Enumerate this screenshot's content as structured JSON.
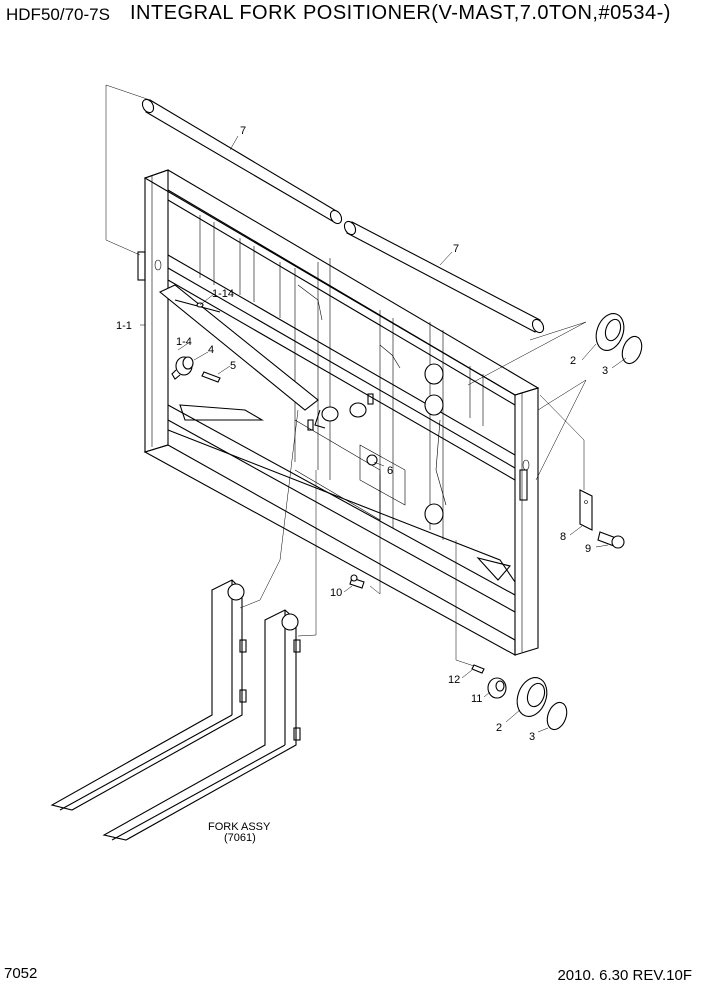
{
  "header": {
    "model": "HDF50/70-7S",
    "title": "INTEGRAL FORK POSITIONER(V-MAST,7.0TON,#0534-)"
  },
  "parts": [
    {
      "label": "7",
      "name": "upper shaft"
    },
    {
      "label": "7",
      "name": "lower shaft"
    },
    {
      "label": "1-1"
    },
    {
      "label": "1-14"
    },
    {
      "label": "1-4"
    },
    {
      "label": "4"
    },
    {
      "label": "5"
    },
    {
      "label": "6"
    },
    {
      "label": "2"
    },
    {
      "label": "3"
    },
    {
      "label": "8"
    },
    {
      "label": "9"
    },
    {
      "label": "10"
    },
    {
      "label": "12"
    },
    {
      "label": "11"
    },
    {
      "label": "2"
    },
    {
      "label": "3"
    }
  ],
  "fork_assy": {
    "line1": "FORK ASSY",
    "line2": "(7061)"
  },
  "footer": {
    "page_number": "7052",
    "date_revision": "2010. 6.30  REV.10F"
  }
}
